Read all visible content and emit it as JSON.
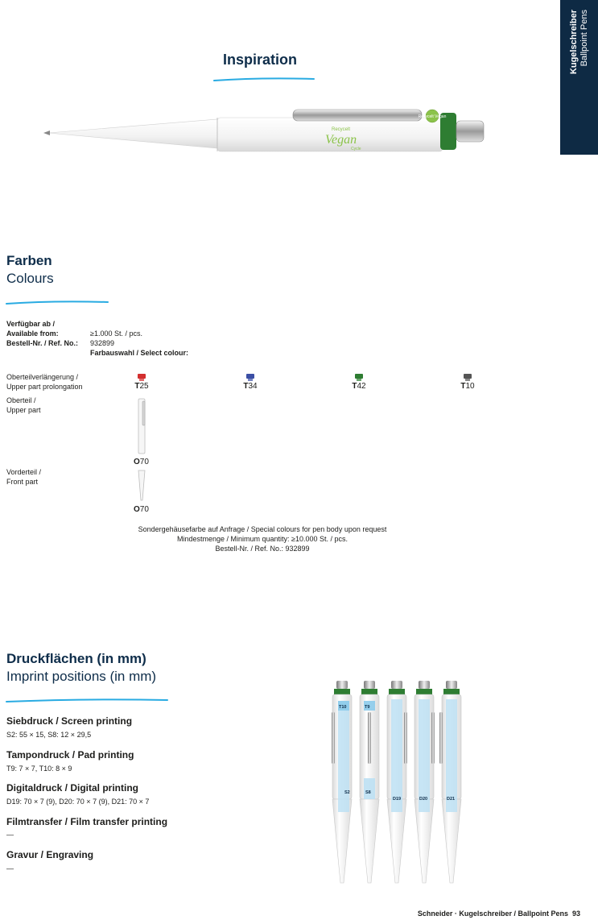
{
  "side_tab": {
    "title": "Kugelschreiber",
    "subtitle": "Ballpoint Pens"
  },
  "inspiration": {
    "title": "Inspiration",
    "print": {
      "line1": "Recycelt",
      "line2": "Vegan",
      "line3": "Cycle",
      "badge": "Recycelt Vegan"
    }
  },
  "colours": {
    "title_de": "Farben",
    "title_en": "Colours",
    "available_label_de": "Verfügbar ab /",
    "available_label_en": "Available from:",
    "available_value": "≥1.000 St. / pcs.",
    "ref_label": "Bestell-Nr. / Ref. No.:",
    "ref_value": "932899",
    "select_colour": "Farbauswahl / Select colour:",
    "rows": [
      {
        "de": "Oberteilverlängerung /",
        "en": "Upper part prolongation"
      },
      {
        "de": "Oberteil /",
        "en": "Upper part"
      },
      {
        "de": "Vorderteil /",
        "en": "Front part"
      }
    ],
    "caps": [
      {
        "prefix": "T",
        "code": "25",
        "color": "#d32f2f"
      },
      {
        "prefix": "T",
        "code": "34",
        "color": "#3b4fa5"
      },
      {
        "prefix": "T",
        "code": "42",
        "color": "#2e7d32"
      },
      {
        "prefix": "T",
        "code": "10",
        "color": "#555555"
      }
    ],
    "upper_code": {
      "prefix": "O",
      "code": "70"
    },
    "front_code": {
      "prefix": "O",
      "code": "70"
    },
    "special_1": "Sondergehäusefarbe auf Anfrage / Special colours for pen body upon request",
    "special_2": "Mindestmenge / Minimum quantity: ≥10.000 St. / pcs.",
    "special_3": "Bestell-Nr. / Ref. No.: 932899"
  },
  "imprint": {
    "title_de": "Druckflächen (in mm)",
    "title_en": "Imprint positions (in mm)",
    "methods": [
      {
        "title": "Siebdruck / Screen printing",
        "value": "S2: 55 × 15, S8: 12 × 29,5"
      },
      {
        "title": "Tampondruck / Pad printing",
        "value": "T9: 7 × 7, T10: 8 × 9"
      },
      {
        "title": "Digitaldruck / Digital printing",
        "value": "D19: 70 × 7 (9), D20: 70 × 7 (9), D21: 70 × 7"
      },
      {
        "title": "Filmtransfer / Film transfer printing",
        "value": "—"
      },
      {
        "title": "Gravur / Engraving",
        "value": "—"
      }
    ],
    "pens": [
      {
        "top_label": "T10",
        "bottom_label": "S2"
      },
      {
        "top_label": "T9",
        "bottom_label": "S8"
      },
      {
        "top_label": "",
        "bottom_label": "D19"
      },
      {
        "top_label": "",
        "bottom_label": "D20"
      },
      {
        "top_label": "",
        "bottom_label": "D21"
      }
    ]
  },
  "footer": {
    "text": "Schneider · Kugelschreiber / Ballpoint Pens",
    "page": "93"
  },
  "colors": {
    "navy": "#0e2a44",
    "accent": "#29abe2",
    "green": "#2e7d32"
  }
}
